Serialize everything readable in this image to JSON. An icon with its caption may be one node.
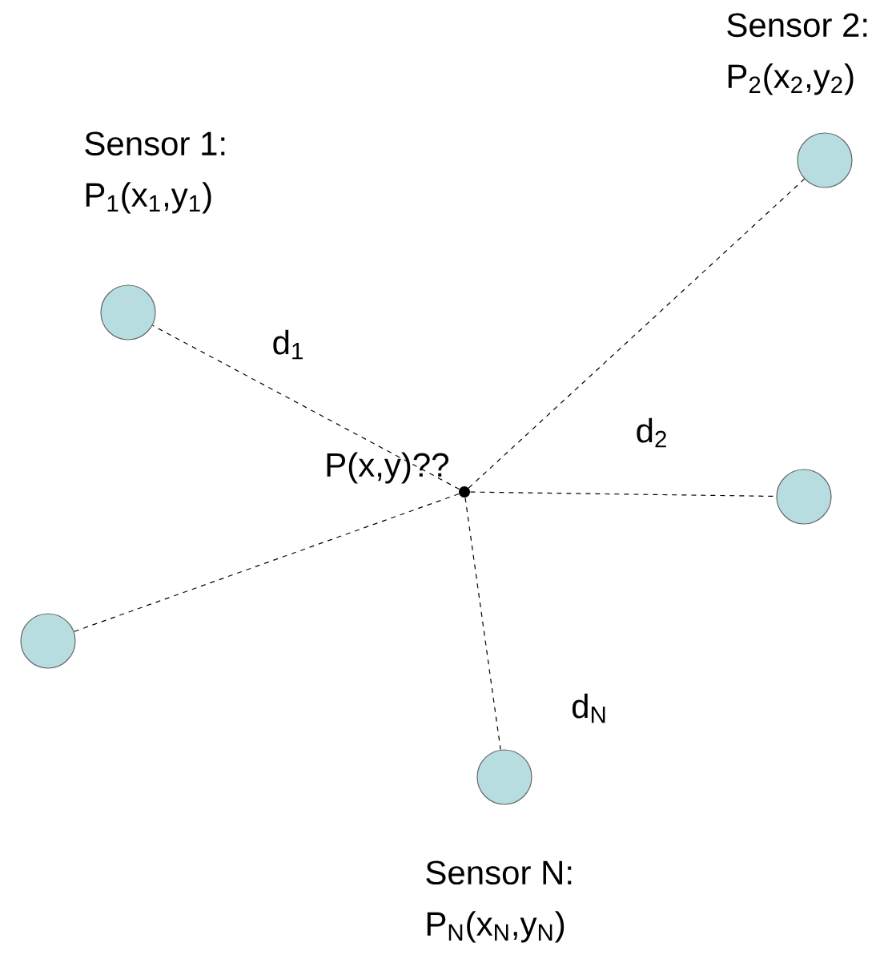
{
  "diagram": {
    "nodes": [
      {
        "text": [
          "Sensor 1:",
          "P$_{1}$(x$_{1}$,y$_{1}$)"
        ]
      },
      {
        "text": [
          "Sensor 2:",
          "P$_{2}$(x$_{2}$,y$_{2}$)"
        ]
      },
      {
        "text": [],
        "shape": "circle",
        "beside": [
          "P(x,y)??"
        ]
      },
      {
        "text": [],
        "shape": "circle"
      },
      {
        "text": [],
        "shape": "circle"
      },
      {
        "text": [
          "Sensor N:",
          "P$_{N}$(x$_{N}$,y$_{N}$)"
        ]
      }
    ],
    "edges": [
      {
        "from": 2,
        "to": 0,
        "arrow": "none",
        "style": "dashed",
        "label": "d$_{1}$"
      },
      {
        "from": 2,
        "to": 1,
        "arrow": "none",
        "style": "dashed",
        "label": "d$_{2}$"
      },
      {
        "from": 2,
        "to": 3,
        "arrow": "none",
        "style": "dashed"
      },
      {
        "from": 2,
        "to": 4,
        "arrow": "none",
        "style": "dashed"
      },
      {
        "from": 2,
        "to": 5,
        "arrow": "none",
        "style": "dashed",
        "label": "d$_{N}$"
      }
    ]
  }
}
